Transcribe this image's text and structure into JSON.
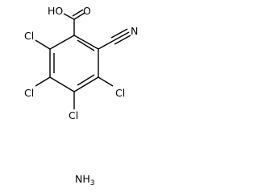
{
  "molecule": {
    "labels": {
      "carboxyl_oh": "HO",
      "carbonyl_o": "O",
      "nitrile_n": "N",
      "cl_left_upper": "Cl",
      "cl_left_lower": "Cl",
      "cl_bottom": "Cl",
      "cl_right": "Cl",
      "ammonia": "NH",
      "ammonia_subscript": "3"
    },
    "colors": {
      "bond": "#000000",
      "text": "#000000",
      "background": "#ffffff"
    }
  }
}
